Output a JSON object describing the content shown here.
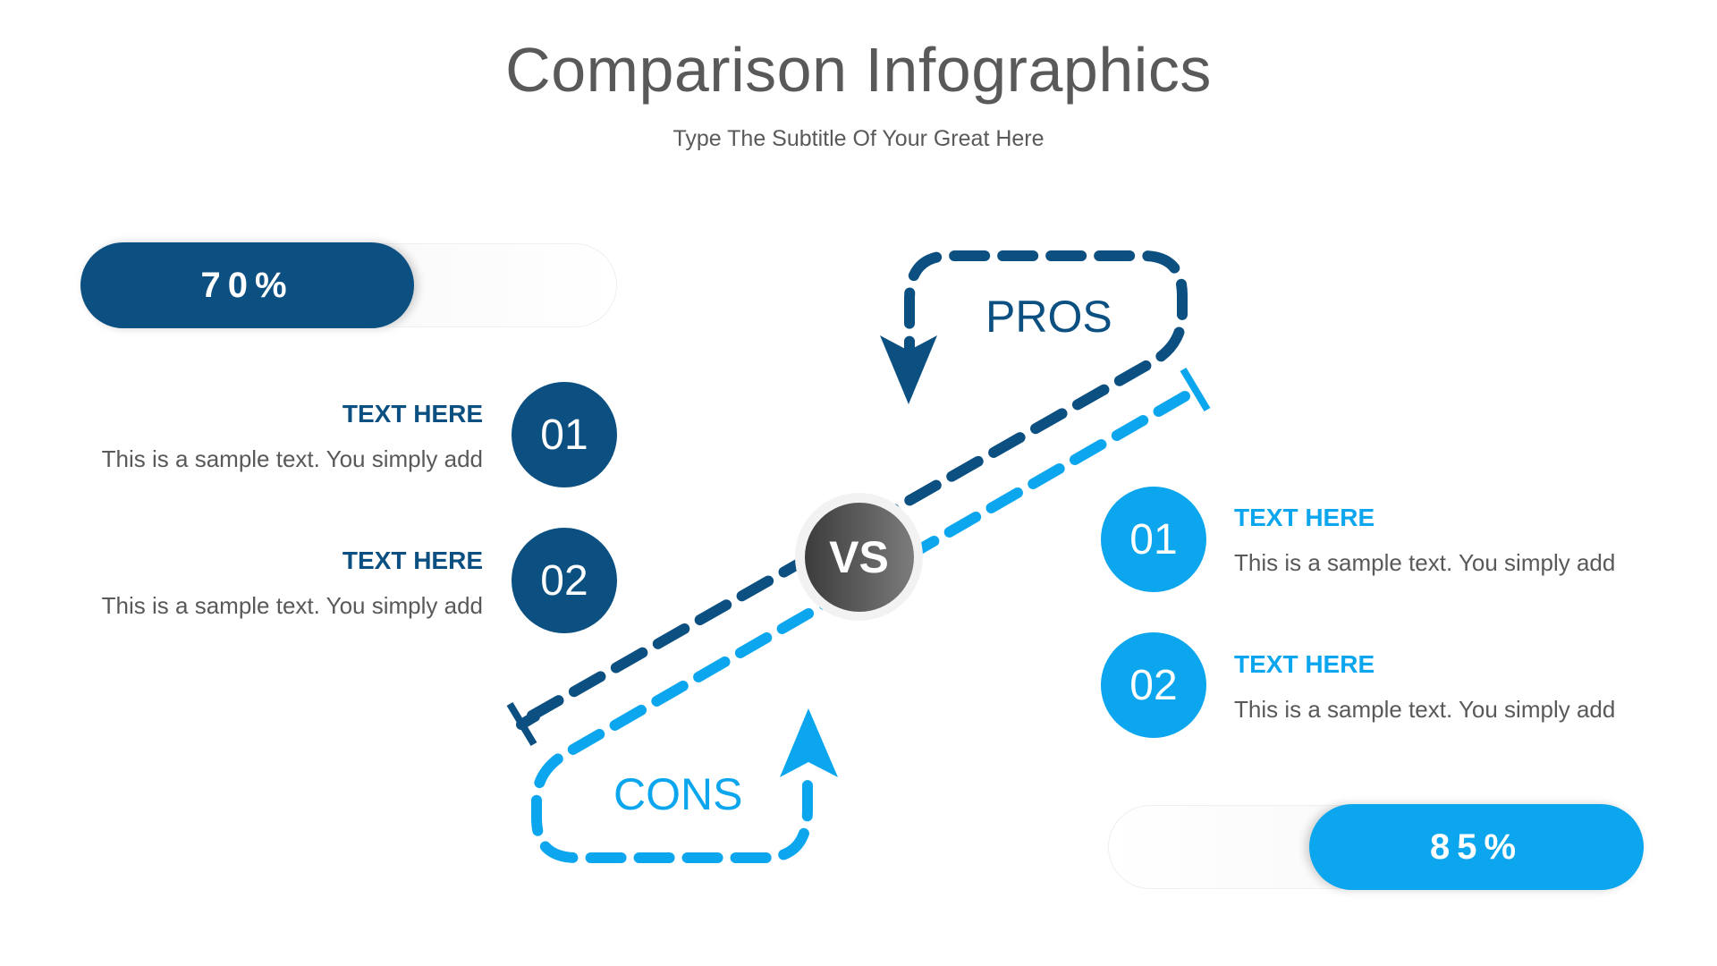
{
  "header": {
    "title": "Comparison Infographics",
    "subtitle": "Type The Subtitle Of Your Great Here"
  },
  "colors": {
    "pros": "#0c5082",
    "cons": "#0ba6ee",
    "vs_gradient_start": "#3c3c3c",
    "vs_gradient_end": "#7c7c7c",
    "text_gray": "#595959"
  },
  "center": {
    "vs_label": "VS",
    "pros_label": "PROS",
    "cons_label": "CONS"
  },
  "left_panel": {
    "progress": {
      "value": 70,
      "label": "70%"
    },
    "items": [
      {
        "number": "01",
        "heading": "TEXT HERE",
        "body": "This is a sample text. You simply add"
      },
      {
        "number": "02",
        "heading": "TEXT HERE",
        "body": "This is a sample text. You simply add"
      }
    ]
  },
  "right_panel": {
    "progress": {
      "value": 85,
      "label": "85%"
    },
    "items": [
      {
        "number": "01",
        "heading": "TEXT HERE",
        "body": "This is a sample text. You simply add"
      },
      {
        "number": "02",
        "heading": "TEXT HERE",
        "body": "This is a sample text. You simply add"
      }
    ]
  }
}
